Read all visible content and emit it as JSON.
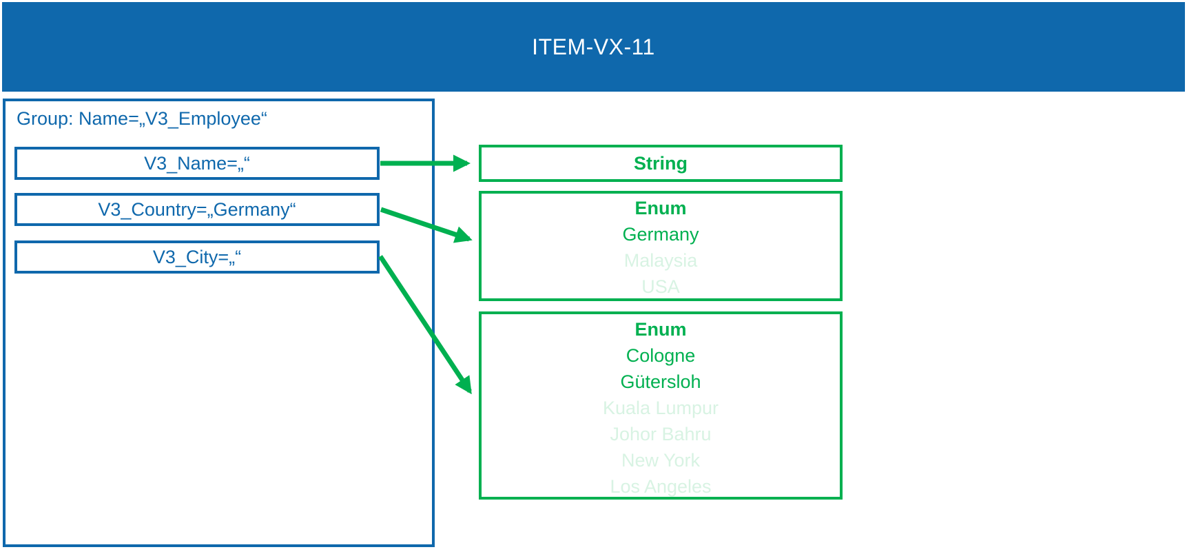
{
  "header": {
    "title": "ITEM-VX-11"
  },
  "group": {
    "label": "Group: Name=„V3_Employee“",
    "fields": [
      {
        "label": "V3_Name=„“"
      },
      {
        "label": "V3_Country=„Germany“"
      },
      {
        "label": "V3_City=„“"
      }
    ]
  },
  "types": [
    {
      "title": "String",
      "items": []
    },
    {
      "title": "Enum",
      "items": [
        {
          "label": "Germany",
          "active": true
        },
        {
          "label": "Malaysia",
          "active": false
        },
        {
          "label": "USA",
          "active": false
        }
      ]
    },
    {
      "title": "Enum",
      "items": [
        {
          "label": "Cologne",
          "active": true
        },
        {
          "label": "Gütersloh",
          "active": true
        },
        {
          "label": "Kuala Lumpur",
          "active": false
        },
        {
          "label": "Johor Bahru",
          "active": false
        },
        {
          "label": "New York",
          "active": false
        },
        {
          "label": "Los Angeles",
          "active": false
        }
      ]
    }
  ],
  "connections": [
    {
      "from": "V3_Name",
      "to": "String"
    },
    {
      "from": "V3_Country",
      "to": "Enum countries"
    },
    {
      "from": "V3_City",
      "to": "Enum cities"
    }
  ],
  "colors": {
    "blue": "#0F68AC",
    "green": "#00B050",
    "faded_green": "#D8F3E3",
    "title_text": "#FFFFFF"
  }
}
